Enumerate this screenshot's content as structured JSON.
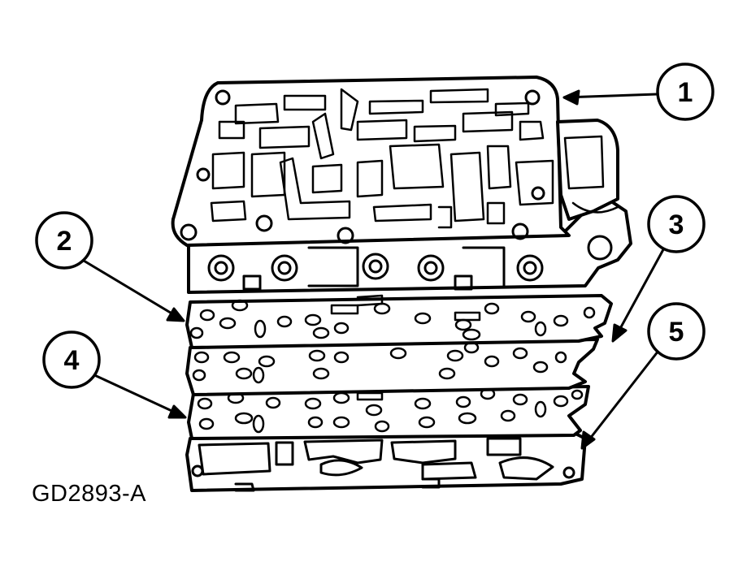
{
  "figure_id": "GD2893-A",
  "callouts": [
    {
      "number": "1"
    },
    {
      "number": "2"
    },
    {
      "number": "3"
    },
    {
      "number": "4"
    },
    {
      "number": "5"
    }
  ],
  "colors": {
    "ink": "#000000",
    "paper": "#ffffff"
  }
}
